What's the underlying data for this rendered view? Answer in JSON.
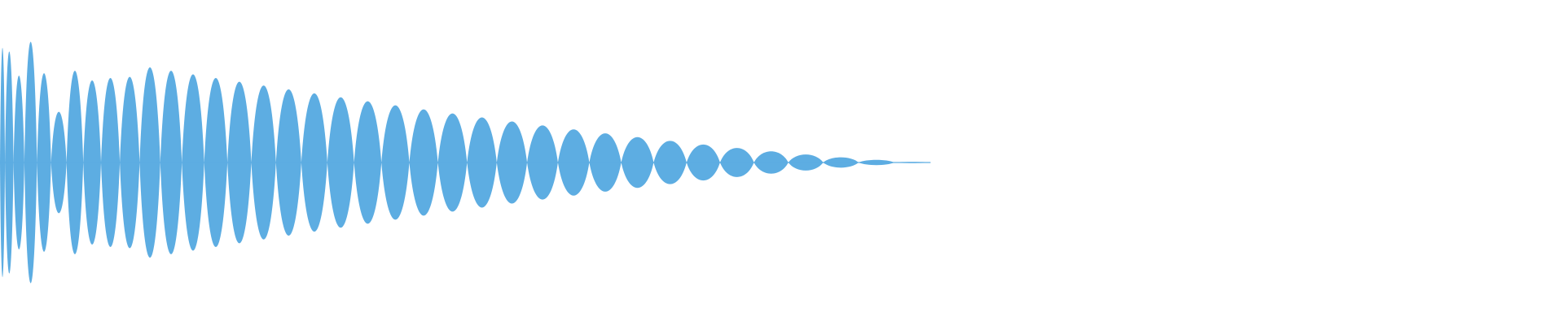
{
  "waveform": {
    "fill_color": "#5dade2",
    "background_color": "#ffffff",
    "envelope": {
      "initial_amplitude": 1.0,
      "decay": "exponential",
      "end_fraction_of_width": 0.595
    },
    "lobes": 37
  }
}
